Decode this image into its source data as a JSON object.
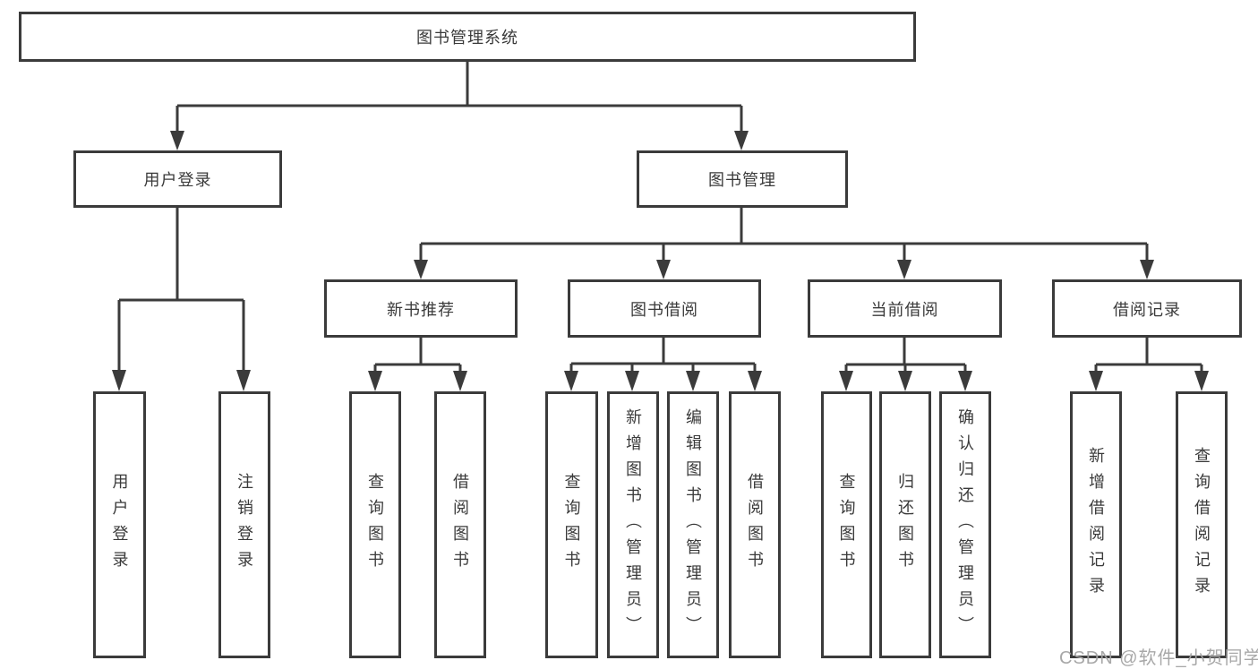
{
  "tree": {
    "root": "图书管理系统",
    "children": [
      {
        "label": "用户登录",
        "children": [
          "用户登录",
          "注销登录"
        ]
      },
      {
        "label": "图书管理",
        "children": [
          {
            "label": "新书推荐",
            "children": [
              "查询图书",
              "借阅图书"
            ]
          },
          {
            "label": "图书借阅",
            "children": [
              "查询图书",
              "新增图书（管理员）",
              "编辑图书（管理员）",
              "借阅图书"
            ]
          },
          {
            "label": "当前借阅",
            "children": [
              "查询图书",
              "归还图书",
              "确认归还（管理员）"
            ]
          },
          {
            "label": "借阅记录",
            "children": [
              "新增借阅记录",
              "查询借阅记录"
            ]
          }
        ]
      }
    ]
  },
  "watermark": "CSDN @软件_小贺同学",
  "colors": {
    "line": "#3b3b3b",
    "text": "#3a3a3a",
    "watermark": "#a3a3a3",
    "background": "#ffffff"
  }
}
